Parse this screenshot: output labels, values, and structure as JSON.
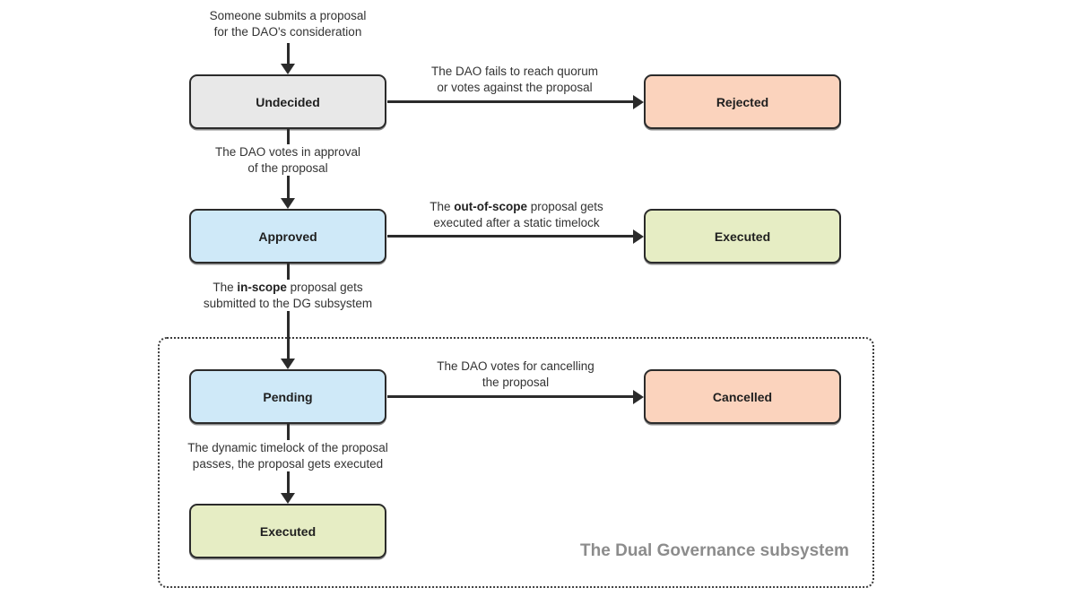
{
  "diagram": {
    "nodes": [
      {
        "label": "Undecided",
        "color": "#e8e8e8"
      },
      {
        "label": "Rejected",
        "color": "#fbd3bd"
      },
      {
        "label": "Approved",
        "color": "#cfe9f8"
      },
      {
        "label": "Executed",
        "color": "#e6edc4"
      },
      {
        "label": "Pending",
        "color": "#cfe9f8"
      },
      {
        "label": "Cancelled",
        "color": "#fbd3bd"
      },
      {
        "label": "Executed",
        "color": "#e6edc4"
      }
    ],
    "labels": {
      "submit": {
        "l1_pre": "Someone submits a proposal",
        "l1_bold": "",
        "l1_post": "",
        "l2": "for the DAO's consideration"
      },
      "reject": {
        "l1_pre": "The DAO fails to reach quorum",
        "l1_bold": "",
        "l1_post": "",
        "l2": "or votes against the proposal"
      },
      "approve": {
        "l1_pre": "The DAO votes in approval",
        "l1_bold": "",
        "l1_post": "",
        "l2": "of the proposal"
      },
      "out_of_scope": {
        "l1_pre": "The ",
        "l1_bold": "out-of-scope",
        "l1_post": " proposal gets",
        "l2": "executed after a static timelock"
      },
      "in_scope": {
        "l1_pre": "The ",
        "l1_bold": "in-scope",
        "l1_post": " proposal gets",
        "l2": "submitted to the DG subsystem"
      },
      "cancel": {
        "l1_pre": "The DAO votes for cancelling",
        "l1_bold": "",
        "l1_post": "",
        "l2": "the proposal"
      },
      "dynamic": {
        "l1_pre": "The dynamic timelock of the proposal",
        "l1_bold": "",
        "l1_post": "",
        "l2": "passes, the proposal gets executed"
      }
    },
    "subsystem_label": "The Dual Governance subsystem",
    "colors": {
      "line": "#2b2b2b",
      "text": "#333333",
      "subsystem_text": "#8c8c8c"
    }
  }
}
